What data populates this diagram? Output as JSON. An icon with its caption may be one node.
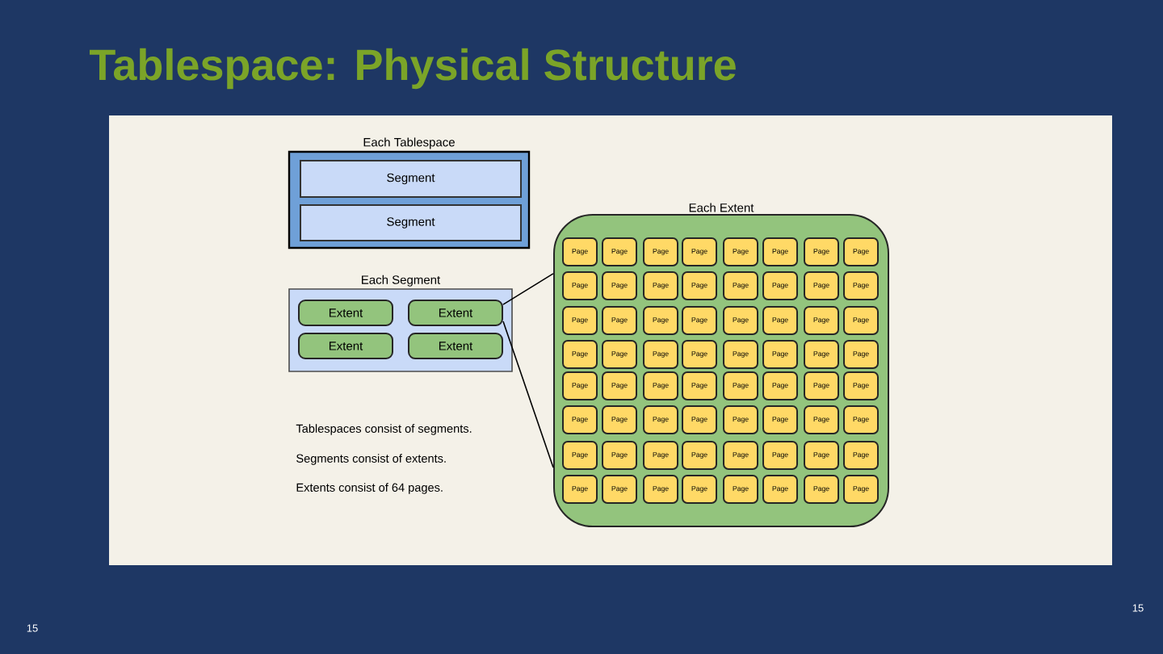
{
  "diagram": {
    "title": "Tablespace: Physical Structure",
    "nodes": [
      {
        "text": [
          "Each Tablespace"
        ]
      },
      {
        "text": [
          "Segment"
        ],
        "in": 0
      },
      {
        "text": [
          "Segment"
        ],
        "in": 0
      },
      {
        "text": [
          "Each Segment"
        ]
      },
      {
        "text": [
          "Extent"
        ],
        "in": 3
      },
      {
        "text": [
          "Extent"
        ],
        "in": 3
      },
      {
        "text": [
          "Extent"
        ],
        "in": 3
      },
      {
        "text": [
          "Extent"
        ],
        "in": 3
      },
      {
        "text": [
          "Each Extent"
        ]
      },
      {
        "text": [
          "Page"
        ],
        "in": 8
      },
      {
        "text": [
          "Page"
        ],
        "in": 8
      },
      {
        "text": [
          "Page"
        ],
        "in": 8
      },
      {
        "text": [
          "Page"
        ],
        "in": 8
      },
      {
        "text": [
          "Page"
        ],
        "in": 8
      },
      {
        "text": [
          "Page"
        ],
        "in": 8
      },
      {
        "text": [
          "Page"
        ],
        "in": 8
      },
      {
        "text": [
          "Page"
        ],
        "in": 8
      },
      {
        "text": [
          "Page"
        ],
        "in": 8
      },
      {
        "text": [
          "Page"
        ],
        "in": 8
      },
      {
        "text": [
          "Page"
        ],
        "in": 8
      },
      {
        "text": [
          "Page"
        ],
        "in": 8
      },
      {
        "text": [
          "Page"
        ],
        "in": 8
      },
      {
        "text": [
          "Page"
        ],
        "in": 8
      },
      {
        "text": [
          "Page"
        ],
        "in": 8
      },
      {
        "text": [
          "Page"
        ],
        "in": 8
      },
      {
        "text": [
          "Page"
        ],
        "in": 8
      },
      {
        "text": [
          "Page"
        ],
        "in": 8
      },
      {
        "text": [
          "Page"
        ],
        "in": 8
      },
      {
        "text": [
          "Page"
        ],
        "in": 8
      },
      {
        "text": [
          "Page"
        ],
        "in": 8
      },
      {
        "text": [
          "Page"
        ],
        "in": 8
      },
      {
        "text": [
          "Page"
        ],
        "in": 8
      },
      {
        "text": [
          "Page"
        ],
        "in": 8
      },
      {
        "text": [
          "Page"
        ],
        "in": 8
      },
      {
        "text": [
          "Page"
        ],
        "in": 8
      },
      {
        "text": [
          "Page"
        ],
        "in": 8
      },
      {
        "text": [
          "Page"
        ],
        "in": 8
      },
      {
        "text": [
          "Page"
        ],
        "in": 8
      },
      {
        "text": [
          "Page"
        ],
        "in": 8
      },
      {
        "text": [
          "Page"
        ],
        "in": 8
      },
      {
        "text": [
          "Page"
        ],
        "in": 8
      },
      {
        "text": [
          "Page"
        ],
        "in": 8
      },
      {
        "text": [
          "Page"
        ],
        "in": 8
      },
      {
        "text": [
          "Page"
        ],
        "in": 8
      },
      {
        "text": [
          "Page"
        ],
        "in": 8
      },
      {
        "text": [
          "Page"
        ],
        "in": 8
      },
      {
        "text": [
          "Page"
        ],
        "in": 8
      },
      {
        "text": [
          "Page"
        ],
        "in": 8
      },
      {
        "text": [
          "Page"
        ],
        "in": 8
      },
      {
        "text": [
          "Page"
        ],
        "in": 8
      },
      {
        "text": [
          "Page"
        ],
        "in": 8
      },
      {
        "text": [
          "Page"
        ],
        "in": 8
      },
      {
        "text": [
          "Page"
        ],
        "in": 8
      },
      {
        "text": [
          "Page"
        ],
        "in": 8
      },
      {
        "text": [
          "Page"
        ],
        "in": 8
      },
      {
        "text": [
          "Page"
        ],
        "in": 8
      },
      {
        "text": [
          "Page"
        ],
        "in": 8
      },
      {
        "text": [
          "Page"
        ],
        "in": 8
      },
      {
        "text": [
          "Page"
        ],
        "in": 8
      },
      {
        "text": [
          "Page"
        ],
        "in": 8
      },
      {
        "text": [
          "Page"
        ],
        "in": 8
      },
      {
        "text": [
          "Page"
        ],
        "in": 8
      },
      {
        "text": [
          "Page"
        ],
        "in": 8
      },
      {
        "text": [
          "Page"
        ],
        "in": 8
      },
      {
        "text": [
          "Page"
        ],
        "in": 8
      },
      {
        "text": [
          "Page"
        ],
        "in": 8
      },
      {
        "text": [
          "Page"
        ],
        "in": 8
      },
      {
        "text": [
          "Page"
        ],
        "in": 8
      },
      {
        "text": [
          "Page"
        ],
        "in": 8
      },
      {
        "text": [
          "Page"
        ],
        "in": 8
      },
      {
        "text": [
          "Page"
        ],
        "in": 8
      },
      {
        "text": [
          "Page"
        ],
        "in": 8
      },
      {
        "text": [
          "Page"
        ],
        "in": 8
      }
    ],
    "edges": [
      {
        "from": 5,
        "to": 8,
        "arrow": "none"
      },
      {
        "from": 5,
        "to": 8,
        "arrow": "none"
      }
    ],
    "labels": [
      "Tablespaces consist of segments.",
      "Segments consist of extents.",
      "Extents consist of 64 pages.",
      "15",
      "15"
    ]
  }
}
